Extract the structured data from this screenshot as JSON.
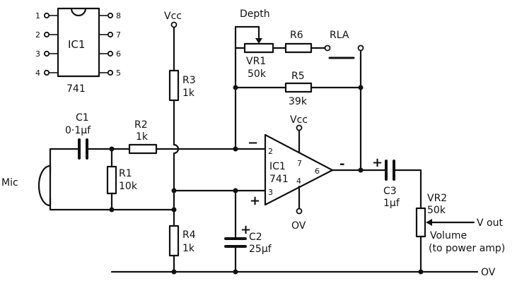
{
  "ic_pinout": {
    "left_pins": [
      "1",
      "2",
      "3",
      "4"
    ],
    "right_pins": [
      "8",
      "7",
      "6",
      "5"
    ],
    "name": "IC1",
    "part": "741"
  },
  "labels": {
    "vcc_top": "Vcc",
    "vcc_opamp": "Vcc",
    "depth": "Depth",
    "vr1_name": "VR1",
    "vr1_value": "50k",
    "r6": "R6",
    "rla": "RLA",
    "r5_name": "R5",
    "r5_value": "39k",
    "r3_name": "R3",
    "r3_value": "1k",
    "c1_name": "C1",
    "c1_value": "0·1µf",
    "r2_name": "R2",
    "r2_value": "1k",
    "r1_name": "R1",
    "r1_value": "10k",
    "mic": "Mic",
    "r4_name": "R4",
    "r4_value": "1k",
    "c2_name": "C2",
    "c2_value": "25µf",
    "opamp_name": "IC1",
    "opamp_part": "741",
    "pin2": "2",
    "pin3": "3",
    "pin4": "4",
    "pin6": "6",
    "pin7": "7",
    "minus_sign": "−",
    "plus_sign": "+",
    "out_sign": "-",
    "ov_opamp": "OV",
    "c3_name": "C3",
    "c3_value": "1µf",
    "c3_plus": "+",
    "c2_plus": "+",
    "vr2_name": "VR2",
    "vr2_value": "50k",
    "vout": "V out",
    "volume": "Volume",
    "to_power_amp": "(to power amp)",
    "ov_rail": "OV"
  }
}
